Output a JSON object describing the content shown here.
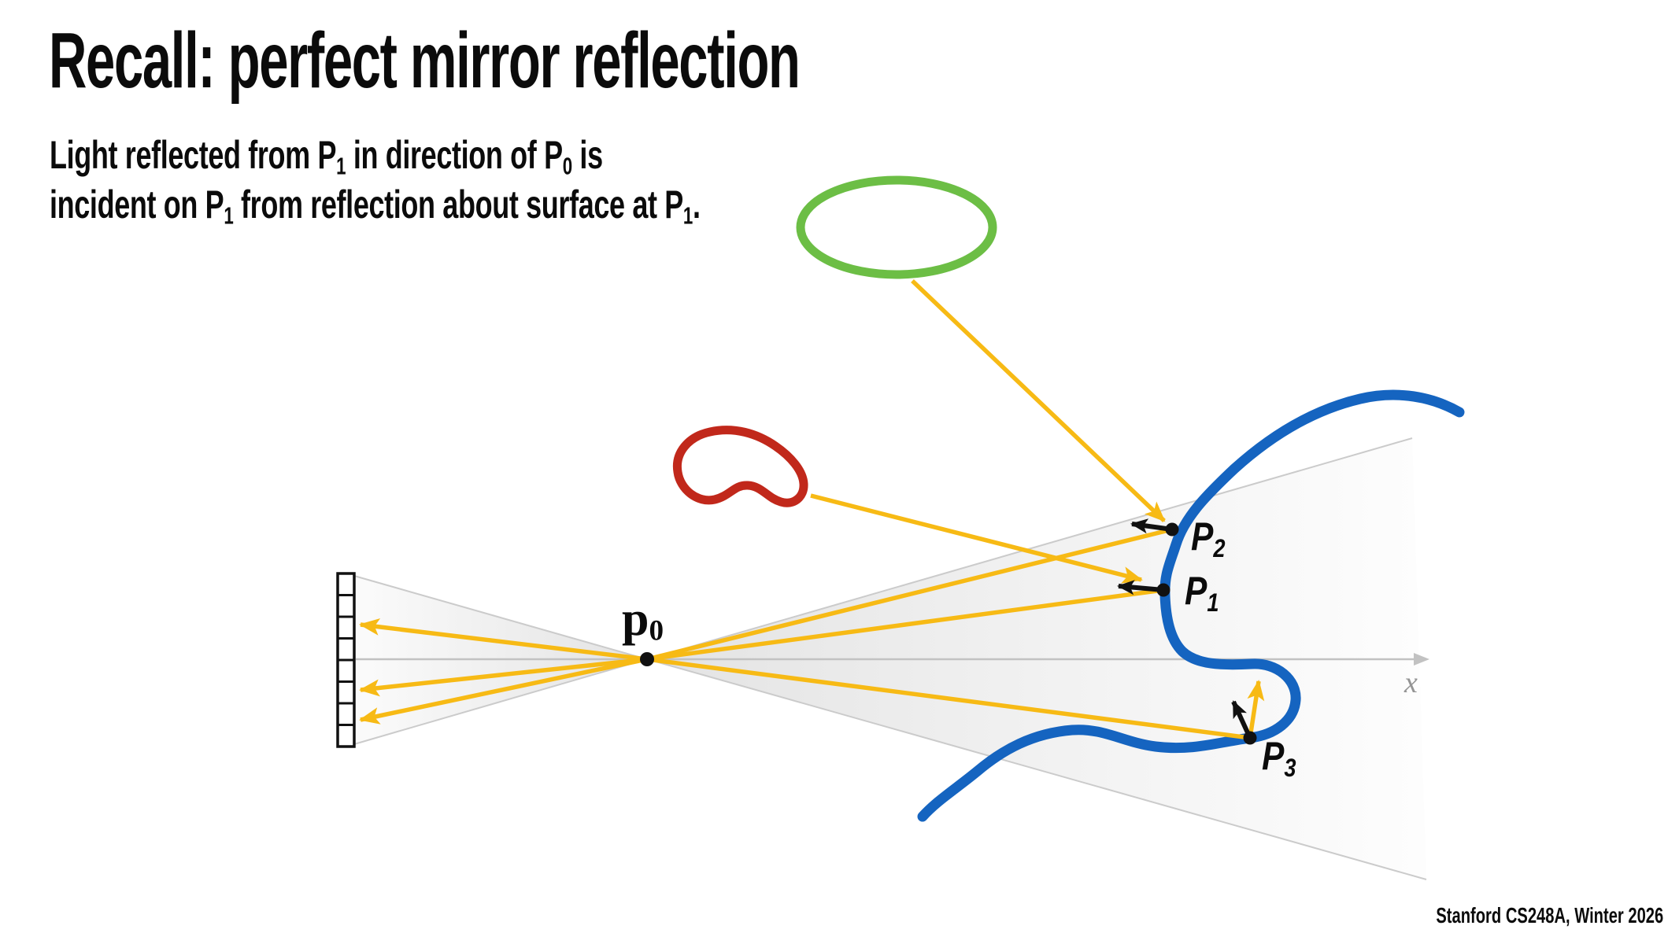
{
  "slide": {
    "title": "Recall: perfect mirror reflection",
    "footer": "Stanford CS248A, Winter 2026",
    "body": {
      "line1": [
        {
          "t": "Light reflected from P"
        },
        {
          "t": "1",
          "sub": true
        },
        {
          "t": " in direction of P"
        },
        {
          "t": "0",
          "sub": true
        },
        {
          "t": " is"
        }
      ],
      "line2": [
        {
          "t": "incident on P"
        },
        {
          "t": "1",
          "sub": true
        },
        {
          "t": " from reflection about surface at P"
        },
        {
          "t": "1",
          "sub": true
        },
        {
          "t": "."
        }
      ]
    },
    "labels": {
      "p0": {
        "base": "p",
        "sub": "0"
      },
      "p1": {
        "base": "P",
        "sub": "1"
      },
      "p2": {
        "base": "P",
        "sub": "2"
      },
      "p3": {
        "base": "P",
        "sub": "3"
      },
      "x_axis": "x"
    },
    "colors": {
      "ray_yellow": "#F7BA15",
      "surface_blue": "#1564C0",
      "light_green": "#6CBE45",
      "object_red": "#C1281B",
      "axis_gray": "#C2C2C2",
      "frustum_edge_gray": "#CBCBCB",
      "text_black": "#0B0B0B"
    }
  }
}
